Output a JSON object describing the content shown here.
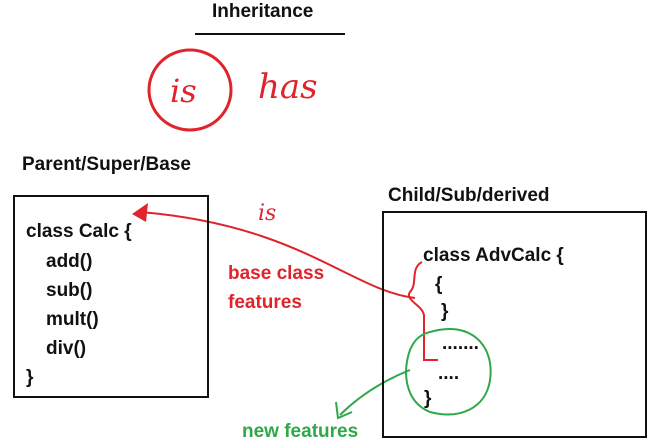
{
  "title": "Inheritance",
  "handwritten_notes": {
    "is": "is",
    "has": "has",
    "is_arrow": "is"
  },
  "parent": {
    "heading": "Parent/Super/Base",
    "code_lines": [
      "class Calc {",
      "add()",
      "sub()",
      "mult()",
      "div()",
      "}"
    ]
  },
  "child": {
    "heading": "Child/Sub/derived",
    "code_lines": [
      "class AdvCalc {",
      "{",
      "}",
      ".......",
      "....",
      "}"
    ]
  },
  "annotations": {
    "base_line1": "base class",
    "base_line2": "features",
    "new_features": "new features"
  },
  "colors": {
    "red": "#e0242b",
    "green": "#2fa84a",
    "ink": "#111111"
  }
}
